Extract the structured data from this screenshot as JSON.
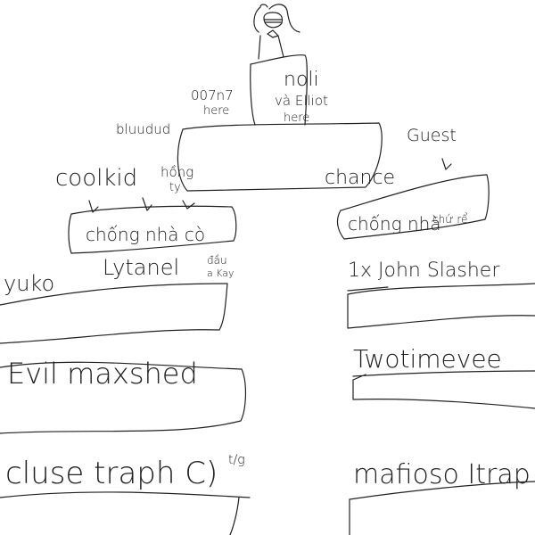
{
  "colors": {
    "ink": "#222222",
    "background": "#ffffff"
  },
  "top": {
    "noli": "noli",
    "va_elliot": "và Elliot",
    "here_right": "here",
    "n7": "007n7",
    "here_left": "here"
  },
  "middle": {
    "bluudud": "bluudud",
    "guest": "Guest",
    "coolkid": "coolkid",
    "hong": "hồng",
    "ty": "ty",
    "chance": "chance",
    "left_box": "chống nhà cò",
    "right_box_1": "chống nhà",
    "right_box_2": "chứ rể"
  },
  "left_column": {
    "row1_a": "yuko",
    "row1_b": "Lytanel",
    "row1_c": "đầu",
    "row1_d": "a Kay",
    "row2": "Evil maxshed",
    "row3": "cluse traph C)",
    "row3_small": "t/g"
  },
  "right_column": {
    "row1": "1x John Slasher",
    "row2": "Twotimevee",
    "row3": "mafioso Itrap"
  }
}
